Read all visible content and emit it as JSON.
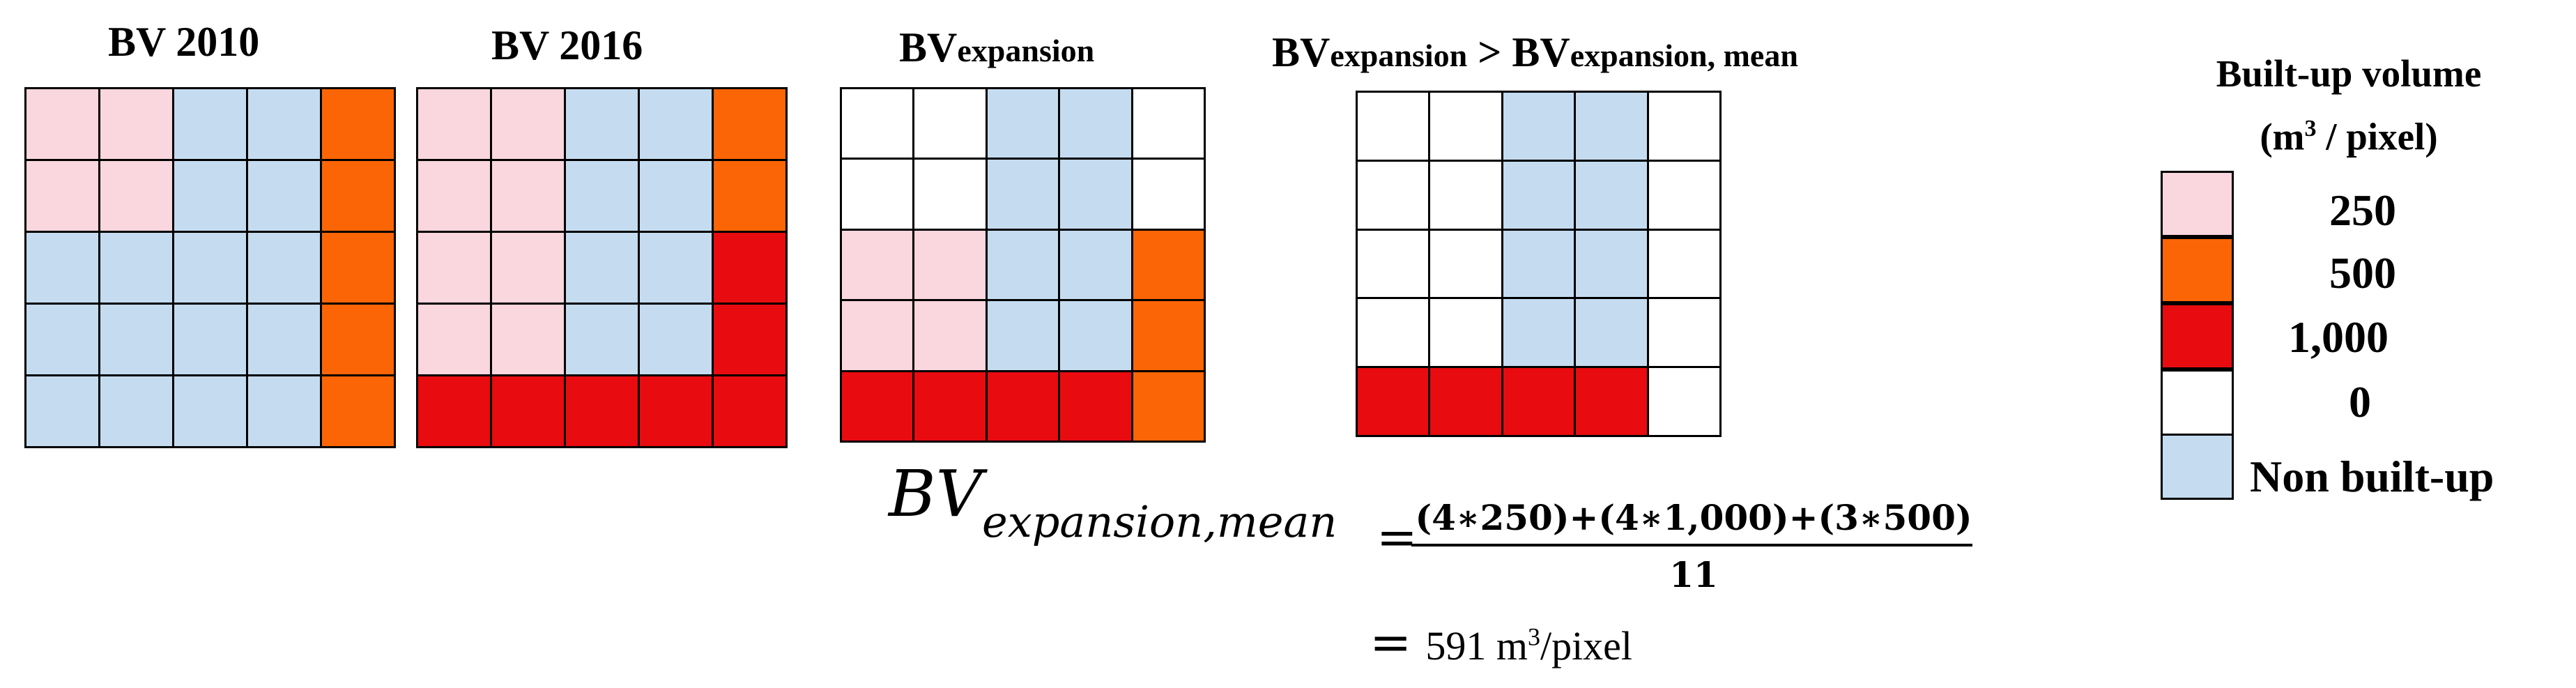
{
  "colors": {
    "p250": "#FAD6DE",
    "p500": "#FB6506",
    "p1000": "#E80B0F",
    "p0": "#FFFFFF",
    "nb": "#C5DCF0"
  },
  "panels": [
    {
      "title_main": "BV 2010",
      "title_sub": "",
      "title_rest": "",
      "cells": [
        [
          "p250",
          "p250",
          "nb",
          "nb",
          "p500"
        ],
        [
          "p250",
          "p250",
          "nb",
          "nb",
          "p500"
        ],
        [
          "nb",
          "nb",
          "nb",
          "nb",
          "p500"
        ],
        [
          "nb",
          "nb",
          "nb",
          "nb",
          "p500"
        ],
        [
          "nb",
          "nb",
          "nb",
          "nb",
          "p500"
        ]
      ]
    },
    {
      "title_main": "BV 2016",
      "title_sub": "",
      "title_rest": "",
      "cells": [
        [
          "p250",
          "p250",
          "nb",
          "nb",
          "p500"
        ],
        [
          "p250",
          "p250",
          "nb",
          "nb",
          "p500"
        ],
        [
          "p250",
          "p250",
          "nb",
          "nb",
          "p1000"
        ],
        [
          "p250",
          "p250",
          "nb",
          "nb",
          "p1000"
        ],
        [
          "p1000",
          "p1000",
          "p1000",
          "p1000",
          "p1000"
        ]
      ]
    },
    {
      "title_main": "BV",
      "title_sub": "expansion",
      "title_rest": "",
      "cells": [
        [
          "p0",
          "p0",
          "nb",
          "nb",
          "p0"
        ],
        [
          "p0",
          "p0",
          "nb",
          "nb",
          "p0"
        ],
        [
          "p250",
          "p250",
          "nb",
          "nb",
          "p500"
        ],
        [
          "p250",
          "p250",
          "nb",
          "nb",
          "p500"
        ],
        [
          "p1000",
          "p1000",
          "p1000",
          "p1000",
          "p500"
        ]
      ]
    },
    {
      "title_main": "BV",
      "title_sub": "expansion",
      "title_rest": " > BV",
      "title_sub2": "expansion, mean",
      "cells": [
        [
          "p0",
          "p0",
          "nb",
          "nb",
          "p0"
        ],
        [
          "p0",
          "p0",
          "nb",
          "nb",
          "p0"
        ],
        [
          "p0",
          "p0",
          "nb",
          "nb",
          "p0"
        ],
        [
          "p0",
          "p0",
          "nb",
          "nb",
          "p0"
        ],
        [
          "p1000",
          "p1000",
          "p1000",
          "p1000",
          "p0"
        ]
      ]
    }
  ],
  "legend": {
    "title_line1": "Built-up volume",
    "title_line2_pre": "(m",
    "title_line2_sup": "3",
    "title_line2_post": " / pixel)",
    "items": [
      {
        "key": "p250",
        "label": "250"
      },
      {
        "key": "p500",
        "label": "500"
      },
      {
        "key": "p1000",
        "label": "1,000"
      },
      {
        "key": "p0",
        "label": "0"
      },
      {
        "key": "nb",
        "label": "Non built-up"
      }
    ]
  },
  "formula": {
    "lhs_main": "BV",
    "lhs_sub": "expansion,mean",
    "equals": "=",
    "numerator": "(4∗250)+(4∗1,000)+(3∗500)",
    "denominator": "11",
    "result_equals": "=",
    "result_value": "591 m",
    "result_sup": "3",
    "result_unit": "/pixel"
  }
}
